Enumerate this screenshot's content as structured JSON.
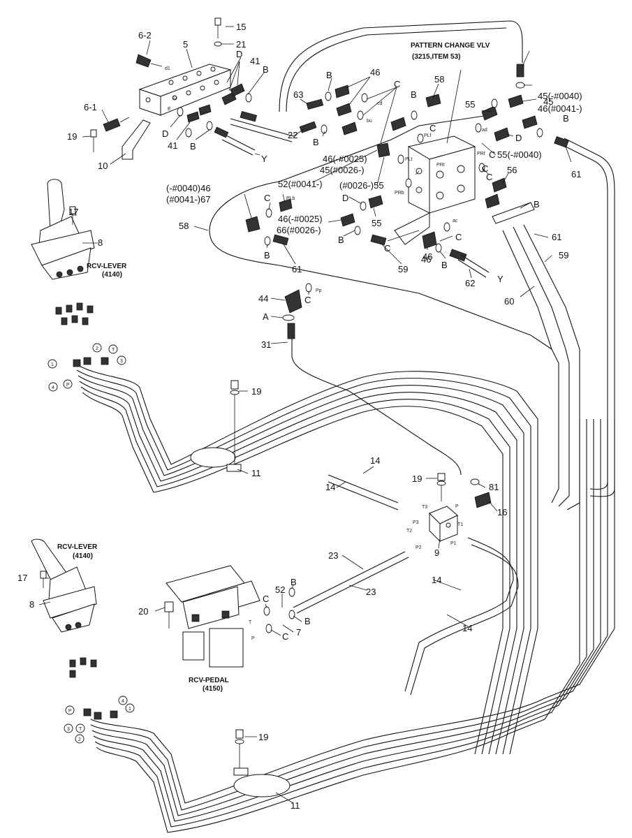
{
  "title": {
    "line1": "PATTERN CHANGE VLV",
    "line2": "(3215,ITEM 53)"
  },
  "captions": {
    "rcv_lever_top": "RCV-LEVER",
    "rcv_lever_top_no": "(4140)",
    "rcv_lever_bottom": "RCV-LEVER",
    "rcv_lever_bottom_no": "(4140)",
    "rcv_pedal": "RCV-PEDAL",
    "rcv_pedal_no": "(4150)"
  },
  "callouts": [
    "15",
    "21",
    "6-2",
    "5",
    "41",
    "D",
    "B",
    "6-1",
    "19",
    "10",
    "41",
    "B",
    "D",
    "63",
    "B",
    "46",
    "C",
    "B",
    "58",
    "C",
    "22",
    "Y",
    "B",
    "45",
    "45(-#0040)",
    "46(#0041-)",
    "55",
    "B",
    "D",
    "55(-#0040)",
    "61",
    "46(-#0025)",
    "45(#0026-)",
    "52(#0041-)",
    "(#0026-)55",
    "C",
    "56",
    "B",
    "(-#0040)46",
    "(#0041-)67",
    "C",
    "D",
    "46(-#0025)",
    "66(#0026-)",
    "55",
    "B",
    "C",
    "46",
    "B",
    "58",
    "B",
    "61",
    "59",
    "62",
    "Y",
    "61",
    "59",
    "60",
    "44",
    "C",
    "A",
    "31",
    "19",
    "11",
    "14",
    "14",
    "19",
    "81",
    "16",
    "9",
    "23",
    "23",
    "14",
    "14",
    "17",
    "8",
    "20",
    "52",
    "B",
    "C",
    "B",
    "C",
    "7",
    "19",
    "11",
    "17",
    "8",
    "46",
    "C",
    "C",
    "C"
  ],
  "port_marks": [
    "d1",
    "D",
    "E",
    "cd",
    "bu",
    "PLf",
    "ad",
    "PRf",
    "PLt",
    "PRt",
    "PLb",
    "PRb",
    "ac",
    "Pp",
    "T3",
    "P3",
    "T2",
    "P2",
    "P1",
    "T1",
    "P",
    "T",
    "P",
    "T",
    "1",
    "2",
    "3",
    "4",
    "P",
    "T",
    "1",
    "2",
    "3",
    "4"
  ]
}
